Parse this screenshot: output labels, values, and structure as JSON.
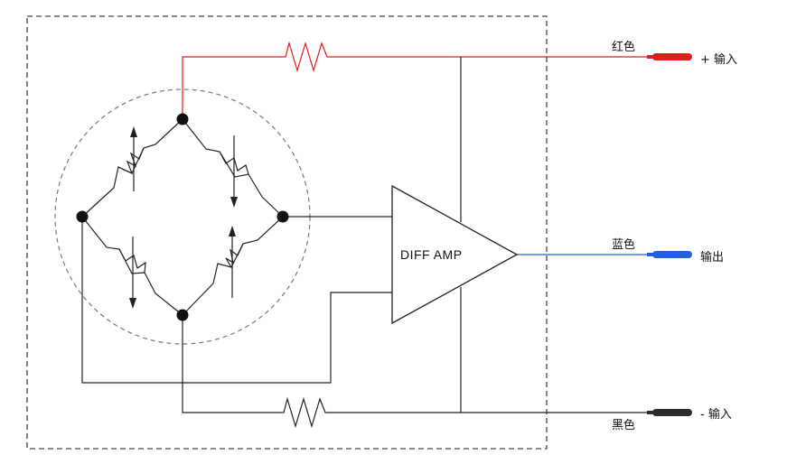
{
  "amplifier": {
    "label": "DIFF AMP"
  },
  "wires": {
    "red": {
      "name": "红色",
      "terminal": "+ 输入",
      "color": "#e31b1b"
    },
    "blue": {
      "name": "蓝色",
      "terminal": "输出",
      "color": "#1f5fe0"
    },
    "black": {
      "name": "黑色",
      "terminal": "- 输入",
      "color": "#2b2b2b"
    }
  },
  "colors": {
    "line": "#222222",
    "enclosure": "#444444",
    "bridge_circle": "#777777"
  }
}
